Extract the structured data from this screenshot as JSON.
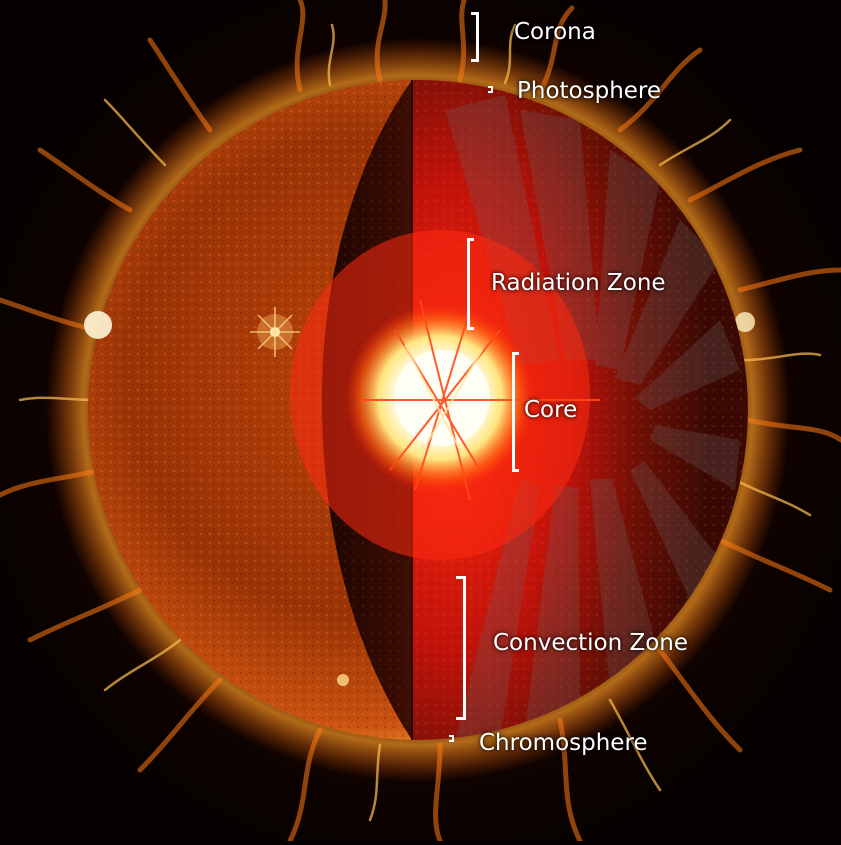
{
  "diagram": {
    "labels": {
      "corona": "Corona",
      "photosphere": "Photosphere",
      "radiation_zone": "Radiation Zone",
      "core": "Core",
      "convection_zone": "Convection Zone",
      "chromosphere": "Chromosphere"
    },
    "colors": {
      "background": "#050100",
      "surface": "#b8420a",
      "surface_dark": "#5a1704",
      "limb_glow": "#ffb23a",
      "interior_red": "#e2130a",
      "core_white": "#fffbe6",
      "label_text": "#ffffff"
    }
  }
}
